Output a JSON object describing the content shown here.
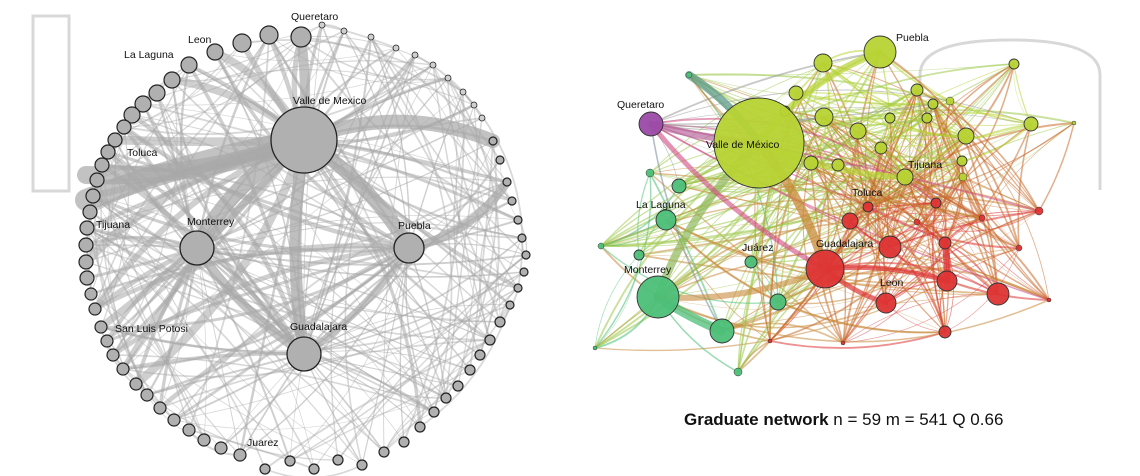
{
  "left_network": {
    "node_color": "#b0b0b0",
    "edge_color": "#a8a8a8",
    "labels": {
      "queretaro": "Queretaro",
      "leon": "Leon",
      "la_laguna": "La Laguna",
      "valle": "Valle de Mexico",
      "toluca": "Toluca",
      "tijuana": "Tijuana",
      "monterrey": "Monterrey",
      "puebla": "Puebla",
      "san_luis": "San Luis Potosi",
      "guadalajara": "Guadalajara",
      "juarez": "Juarez"
    }
  },
  "right_network": {
    "colors": {
      "green": "#4cbf78",
      "lime": "#b7d334",
      "red": "#dd3434",
      "purple": "#9b4aa6"
    },
    "labels": {
      "puebla": "Puebla",
      "queretaro": "Queretaro",
      "valle": "Valle de México",
      "tijuana": "Tijuana",
      "toluca": "Toluca",
      "la_laguna": "La Laguna",
      "juarez": "Juárez",
      "guadalajara": "Guadalajara",
      "monterrey": "Monterrey",
      "leon": "Leon"
    }
  },
  "caption": {
    "title": "Graduate network",
    "stats": "n = 59 m = 541 Q 0.66"
  }
}
